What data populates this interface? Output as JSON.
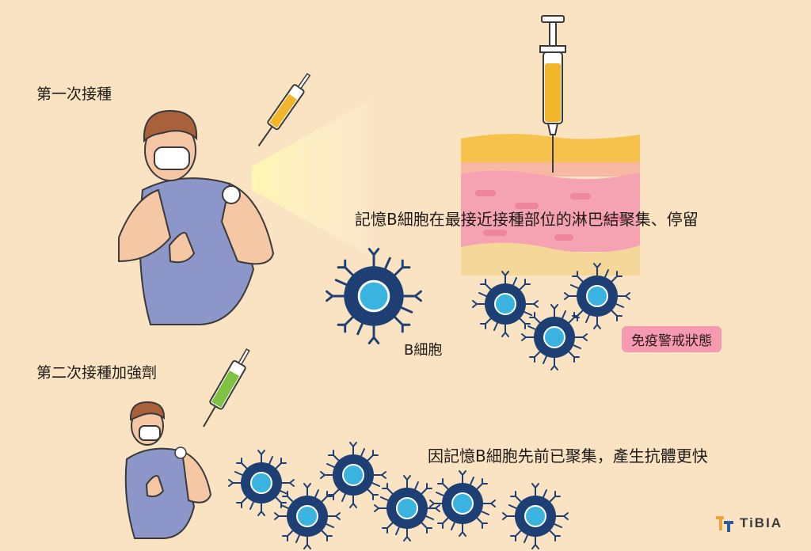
{
  "labels": {
    "first_vaccination": "第一次接種",
    "second_vaccination": "第二次接種加強劑",
    "memory_b_cells": "記憶B細胞在最接近接種部位的淋巴結聚集、停留",
    "b_cell": "B細胞",
    "immune_alert": "免疫警戒狀態",
    "faster_antibodies": "因記憶B細胞先前已聚集，產生抗體更快"
  },
  "logo": {
    "text": "TiBIA"
  },
  "colors": {
    "background": "#f9e3c3",
    "b_cell_dark": "#1d3f73",
    "b_cell_light": "#3ab3e0",
    "badge": "#f59ab0",
    "skin_pink": "#f5a3b3",
    "syringe_yellow": "#f2b62a",
    "syringe_green": "#7fc142",
    "shirt": "#8c96c8"
  },
  "icons": [
    "person-icon",
    "syringe-icon",
    "b-cell-icon",
    "skin-layer-icon",
    "logo-icon"
  ]
}
